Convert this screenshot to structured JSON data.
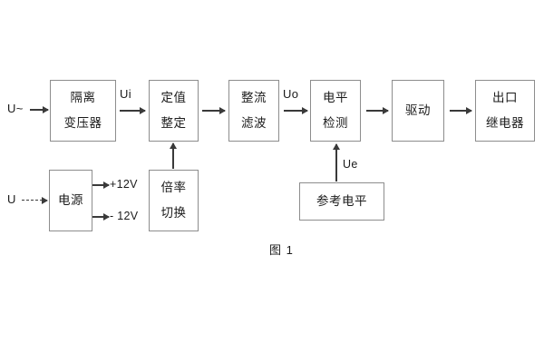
{
  "figure": {
    "caption": "图 1",
    "stroke_color": "#8d8d8d",
    "line_color": "#3a3a3a",
    "text_color": "#1b1b1b",
    "background": "#ffffff"
  },
  "inputs": [
    {
      "name": "ac-input",
      "label": "U~"
    },
    {
      "name": "dc-input",
      "label": "U"
    }
  ],
  "blocks": [
    {
      "name": "isolation-transformer",
      "lines": [
        "隔离",
        "变压器"
      ]
    },
    {
      "name": "setpoint-setting",
      "lines": [
        "定值",
        "整定"
      ]
    },
    {
      "name": "rectify-filter",
      "lines": [
        "整流",
        "滤波"
      ]
    },
    {
      "name": "level-detection",
      "lines": [
        "电平",
        "检测"
      ]
    },
    {
      "name": "drive",
      "lines": [
        "驱动"
      ]
    },
    {
      "name": "output-relay",
      "lines": [
        "出口",
        "继电器"
      ]
    },
    {
      "name": "power-supply",
      "lines": [
        "电源"
      ]
    },
    {
      "name": "multiplier-switch",
      "lines": [
        "倍率",
        "切换"
      ]
    },
    {
      "name": "reference-level",
      "lines": [
        "参考电平"
      ]
    }
  ],
  "signals": {
    "ui": "Ui",
    "uo": "Uo",
    "ue": "Ue",
    "rail_positive": "+12V",
    "rail_negative": "- 12V"
  }
}
